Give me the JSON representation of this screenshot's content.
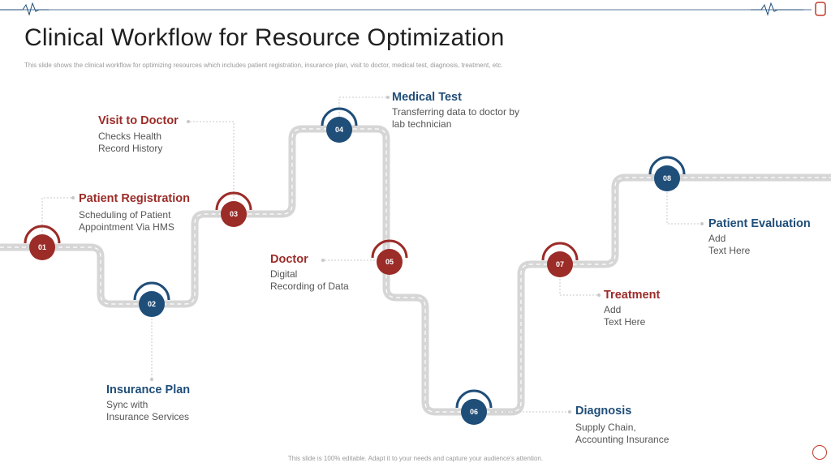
{
  "slide": {
    "title": "Clinical Workflow for Resource Optimization",
    "subtitle": "This slide shows the clinical workflow for optimizing resources which includes patient registration, insurance plan, visit to doctor, medical test, diagnosis, treatment, etc.",
    "footer": "This slide is 100% editable. Adapt it to your needs and capture your audience's attention."
  },
  "colors": {
    "red": "#9b2c28",
    "blue": "#1f4e79",
    "road": "#d6d6d6"
  },
  "steps": [
    {
      "num": "01",
      "title": "Patient Registration",
      "line1": "Scheduling of Patient",
      "line2": "Appointment Via HMS",
      "color": "red"
    },
    {
      "num": "02",
      "title": "Insurance Plan",
      "line1": "Sync with",
      "line2": "Insurance Services",
      "color": "blue"
    },
    {
      "num": "03",
      "title": "Visit to Doctor",
      "line1": "Checks Health",
      "line2": "Record History",
      "color": "red"
    },
    {
      "num": "04",
      "title": "Medical Test",
      "line1": "Transferring  data to doctor by",
      "line2": "lab technician",
      "color": "blue"
    },
    {
      "num": "05",
      "title": "Doctor",
      "line1": "Digital",
      "line2": "Recording of Data",
      "color": "red"
    },
    {
      "num": "06",
      "title": "Diagnosis",
      "line1": "Supply Chain,",
      "line2": "Accounting Insurance",
      "color": "blue"
    },
    {
      "num": "07",
      "title": "Treatment",
      "line1": "Add",
      "line2": "Text Here",
      "color": "red"
    },
    {
      "num": "08",
      "title": "Patient Evaluation",
      "line1": "Add",
      "line2": "Text Here",
      "color": "blue"
    }
  ]
}
